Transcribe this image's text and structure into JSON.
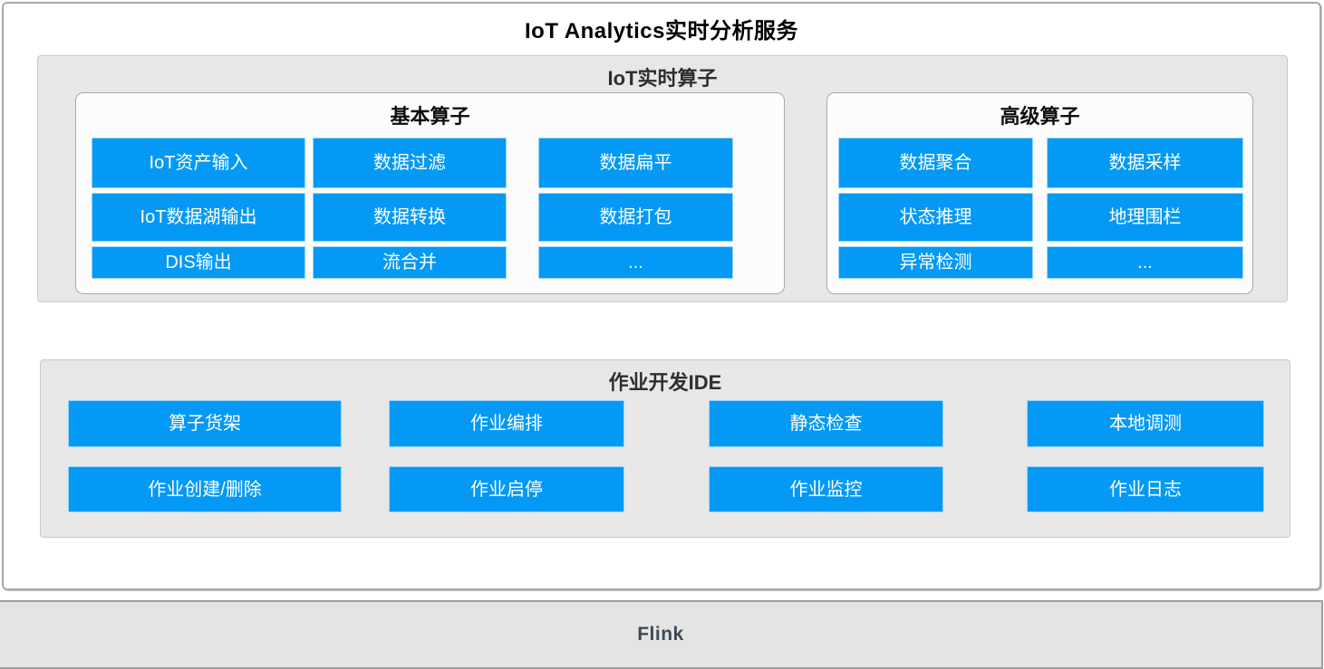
{
  "title": "IoT Analytics实时分析服务",
  "colors": {
    "accent_blue": "#0499F5",
    "panel_gray": "#E7E7E7",
    "inner_box_bg": "#FCFCFC",
    "button_text": "#FFFFFF",
    "flink_text": "#3D4A56"
  },
  "operators_panel": {
    "title": "IoT实时算子",
    "basic": {
      "title": "基本算子",
      "items": [
        "IoT资产输入",
        "数据过滤",
        "数据扁平",
        "IoT数据湖输出",
        "数据转换",
        "数据打包",
        "DIS输出",
        "流合并",
        "..."
      ]
    },
    "advanced": {
      "title": "高级算子",
      "items": [
        "数据聚合",
        "数据采样",
        "状态推理",
        "地理围栏",
        "异常检测",
        "..."
      ]
    }
  },
  "ide_panel": {
    "title": "作业开发IDE",
    "items": [
      "算子货架",
      "作业编排",
      "静态检查",
      "本地调测",
      "作业创建/删除",
      "作业启停",
      "作业监控",
      "作业日志"
    ]
  },
  "runtime_bar": {
    "label": "Flink"
  }
}
